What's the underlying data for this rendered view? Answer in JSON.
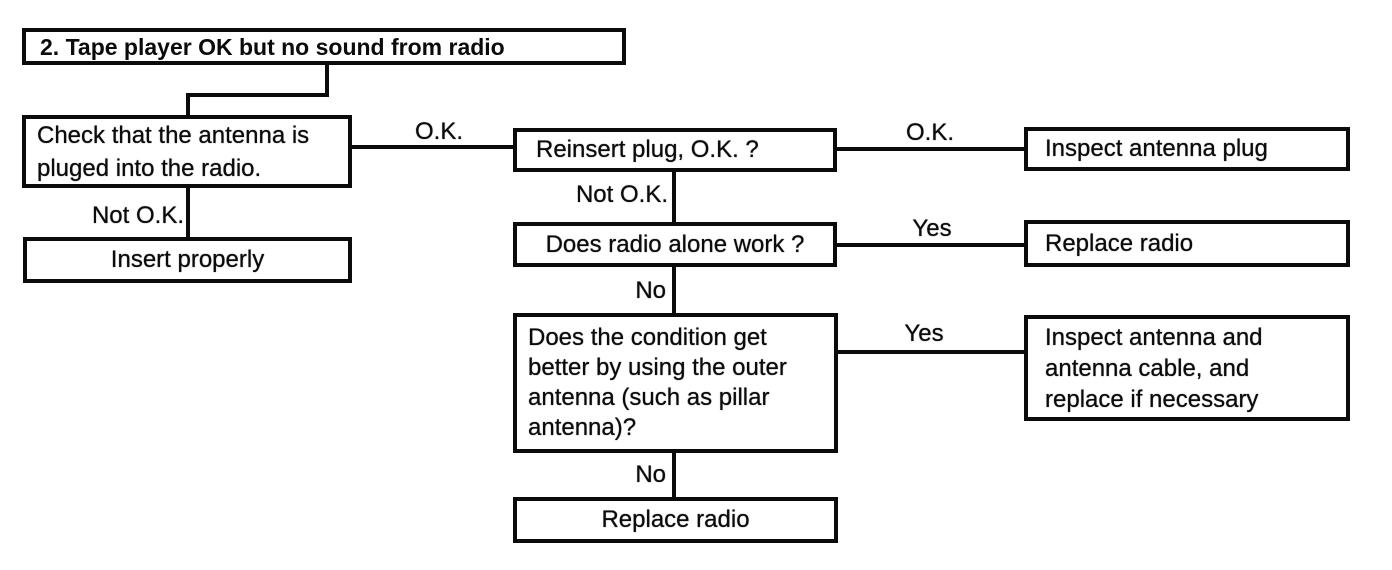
{
  "diagram": {
    "title": "2. Tape player OK but no sound from radio",
    "nodes": {
      "check_antenna": "Check that the antenna is\npluged into the radio.",
      "insert_properly": "Insert properly",
      "reinsert_plug": "Reinsert plug, O.K. ?",
      "inspect_antenna_plug": "Inspect antenna plug",
      "does_radio_work": "Does radio alone work ?",
      "replace_radio_top": "Replace radio",
      "condition_better": "Does the condition get\nbetter by using the outer\nantenna (such as pillar\nantenna)?",
      "inspect_antenna_cable": "Inspect antenna and\nantenna cable, and\nreplace if necessary",
      "replace_radio_bottom": "Replace radio"
    },
    "edges": [
      {
        "from": "title",
        "to": "check_antenna",
        "label": ""
      },
      {
        "from": "check_antenna",
        "to": "reinsert_plug",
        "label": "O.K."
      },
      {
        "from": "check_antenna",
        "to": "insert_properly",
        "label": "Not O.K."
      },
      {
        "from": "reinsert_plug",
        "to": "inspect_antenna_plug",
        "label": "O.K."
      },
      {
        "from": "reinsert_plug",
        "to": "does_radio_work",
        "label": "Not O.K."
      },
      {
        "from": "does_radio_work",
        "to": "replace_radio_top",
        "label": "Yes"
      },
      {
        "from": "does_radio_work",
        "to": "condition_better",
        "label": "No"
      },
      {
        "from": "condition_better",
        "to": "inspect_antenna_cable",
        "label": "Yes"
      },
      {
        "from": "condition_better",
        "to": "replace_radio_bottom",
        "label": "No"
      }
    ],
    "colors": {
      "ink": "#0b0b0b",
      "background": "#ffffff"
    }
  }
}
